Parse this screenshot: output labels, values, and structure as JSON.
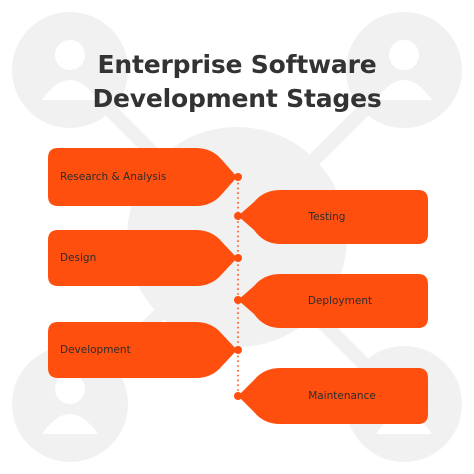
{
  "title": {
    "line1": "Enterprise Software",
    "line2": "Development Stages"
  },
  "stages_left": [
    "Research & Analysis",
    "Design",
    "Development"
  ],
  "stages_right": [
    "Testing",
    "Deployment",
    "Maintenance"
  ],
  "colors": {
    "accent": "#ff4f0f",
    "text": "#333333",
    "background_icons": "#f1f1f1"
  }
}
